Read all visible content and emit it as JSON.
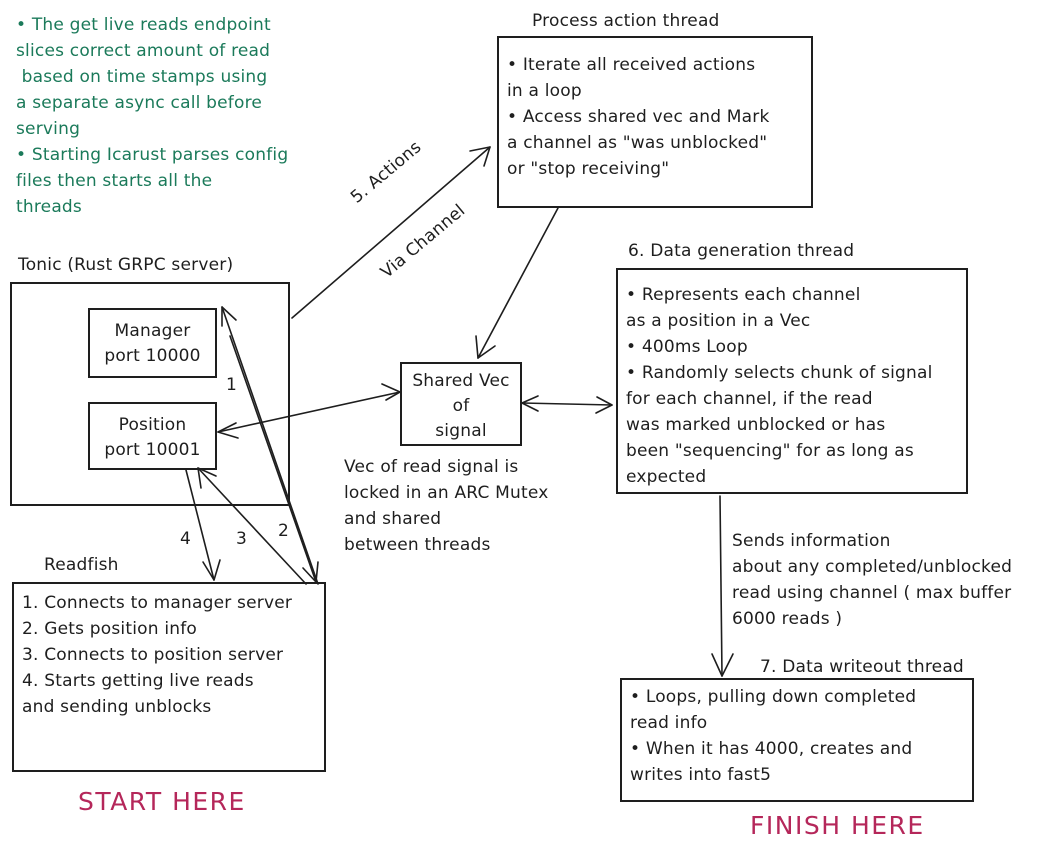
{
  "notes": {
    "lines": [
      "• The get live reads endpoint",
      "slices correct amount of read",
      " based on time stamps using",
      "a separate async call before",
      "serving",
      "• Starting Icarust parses config",
      "files then starts all the",
      "threads"
    ]
  },
  "process_action": {
    "title": "Process action thread",
    "lines": [
      "• Iterate all received actions",
      "in a loop",
      "• Access shared vec and Mark",
      "a channel as \"was unblocked\"",
      "or \"stop receiving\""
    ]
  },
  "actions_label": {
    "line1": "5. Actions",
    "line2": "Via Channel"
  },
  "tonic": {
    "title": "Tonic (Rust GRPC server)",
    "manager": {
      "line1": "Manager",
      "line2": "port 10000"
    },
    "position": {
      "line1": "Position",
      "line2": "port 10001"
    }
  },
  "shared_vec": {
    "lines": [
      "Shared Vec",
      "of",
      "signal"
    ],
    "caption": [
      "Vec of read signal is",
      "locked in an ARC Mutex",
      "and shared",
      "between threads"
    ]
  },
  "data_gen": {
    "title": "6. Data generation thread",
    "lines": [
      "• Represents each channel",
      "as a position in a Vec",
      "• 400ms Loop",
      "• Randomly selects chunk of signal",
      "for each channel, if the read",
      "was marked unblocked or has",
      "been \"sequencing\" for as long as",
      "expected"
    ]
  },
  "sends_info": {
    "lines": [
      "Sends information",
      "about any completed/unblocked",
      "read using channel ( max buffer",
      "6000 reads )"
    ]
  },
  "readfish": {
    "title": "Readfish",
    "lines": [
      "1. Connects to manager server",
      "2. Gets position info",
      "3. Connects to position server",
      "4. Starts getting live reads",
      "and sending unblocks"
    ]
  },
  "arrow_labels": {
    "one": "1",
    "two": "2",
    "three": "3",
    "four": "4"
  },
  "writeout": {
    "title": "7. Data writeout thread",
    "lines": [
      "• Loops, pulling down completed",
      "read info",
      "• When it has 4000, creates and",
      "writes into fast5"
    ]
  },
  "start_here": "START HERE",
  "finish_here": "FINISH HERE",
  "colors": {
    "ink": "#1e1e1e",
    "green_note": "#1b7a5a",
    "accent": "#b5275a"
  }
}
